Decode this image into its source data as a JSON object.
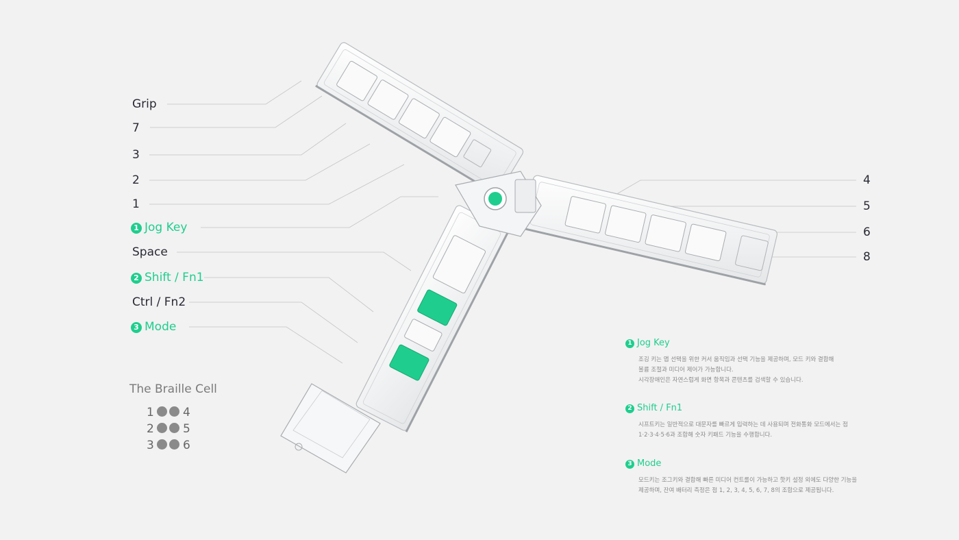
{
  "left_labels": [
    {
      "id": "grip",
      "text": "Grip",
      "accent": false
    },
    {
      "id": "key-7",
      "text": "7",
      "accent": false
    },
    {
      "id": "key-3",
      "text": "3",
      "accent": false
    },
    {
      "id": "key-2",
      "text": "2",
      "accent": false
    },
    {
      "id": "key-1",
      "text": "1",
      "accent": false
    },
    {
      "id": "jog-key",
      "num": "1",
      "text": "Jog Key",
      "accent": true
    },
    {
      "id": "space",
      "text": "Space",
      "accent": false
    },
    {
      "id": "shift-fn1",
      "num": "2",
      "text": "Shift / Fn1",
      "accent": true
    },
    {
      "id": "ctrl-fn2",
      "text": "Ctrl / Fn2",
      "accent": false
    },
    {
      "id": "mode",
      "num": "3",
      "text": "Mode",
      "accent": true
    }
  ],
  "right_labels": [
    {
      "id": "key-4",
      "text": "4"
    },
    {
      "id": "key-5",
      "text": "5"
    },
    {
      "id": "key-6",
      "text": "6"
    },
    {
      "id": "key-8",
      "text": "8"
    }
  ],
  "braille": {
    "title": "The Braille Cell",
    "rows": [
      {
        "left": "1",
        "right": "4"
      },
      {
        "left": "2",
        "right": "5"
      },
      {
        "left": "3",
        "right": "6"
      }
    ]
  },
  "descriptions": [
    {
      "num": "1",
      "title": "Jog Key",
      "lines": [
        "조깅 키는 앱 선택을 위한 커서 움직임과 선택 기능을 제공하며, 모드 키와 결합해",
        "볼륨 조절과 미디어 제어가 가능합니다.",
        "시각장애인은 자연스럽게 화면 항목과 콘텐츠를 검색할 수 있습니다."
      ]
    },
    {
      "num": "2",
      "title": "Shift / Fn1",
      "lines": [
        "시프트키는 일반적으로 대문자를 빠르게 입력하는 데 사용되며 전화통화 모드에서는 점",
        "1·2·3·4·5·6과 조합해 숫자 키패드 기능을 수행합니다."
      ]
    },
    {
      "num": "3",
      "title": "Mode",
      "lines": [
        "모드키는 조그키와 결합해 빠른 미디어 컨트롤이 가능하고 핫키 설정 외에도 다양한 기능을",
        "제공하며, 잔여 배터리 측정은 점 1, 2, 3, 4, 5, 6, 7, 8의 조합으로 제공됩니다."
      ]
    }
  ],
  "colors": {
    "accent": "#1fce8e",
    "text": "#2a2a35",
    "muted": "#8a8a8a",
    "background": "#f2f2f2"
  }
}
